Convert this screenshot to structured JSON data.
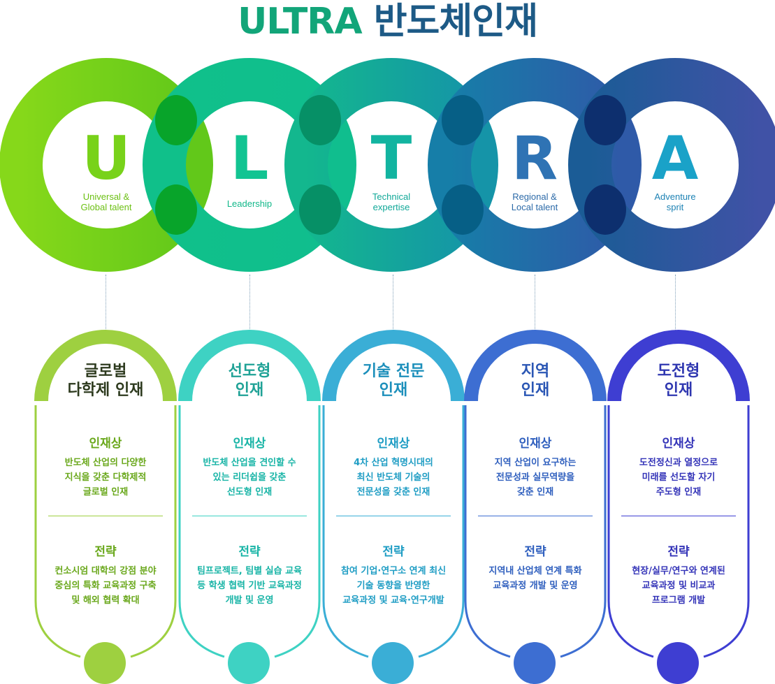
{
  "title": {
    "part1": "ULTRA",
    "part2": "반도체인재"
  },
  "letters": [
    {
      "letter": "U",
      "caption": "Universal &\nGlobal talent",
      "color": "#78d21a",
      "caption_color": "#6cc014"
    },
    {
      "letter": "L",
      "caption": "Leadership",
      "color": "#12c492",
      "caption_color": "#12b88a"
    },
    {
      "letter": "T",
      "caption": "Technical\nexpertise",
      "color": "#12b4a0",
      "caption_color": "#10a898"
    },
    {
      "letter": "R",
      "caption": "Regional &\nLocal talent",
      "color": "#2f73b4",
      "caption_color": "#2c6aa8"
    },
    {
      "letter": "A",
      "caption": "Adventure\nsprit",
      "color": "#1aa2c8",
      "caption_color": "#1d82b4"
    }
  ],
  "cards": [
    {
      "heading": "글로벌\n다학제 인재",
      "color": "#9ed040",
      "text_color": "#6aa81c",
      "heading_color": "#2d3a1e",
      "profile_label": "인재상",
      "profile": "반도체 산업의 다양한\n지식을 갖춘 다학제적\n글로벌 인재",
      "strategy_label": "전략",
      "strategy": "컨소시엄 대학의 강점 분야\n중심의 특화 교육과정 구축\n및 해외 협력 확대"
    },
    {
      "heading": "선도형\n인재",
      "color": "#3ed2c3",
      "text_color": "#18b4a6",
      "heading_color": "#1fa296",
      "profile_label": "인재상",
      "profile": "반도체 산업을 견인할 수\n있는 리더쉽을 갖춘\n선도형 인재",
      "strategy_label": "전략",
      "strategy": "팀프로젝트, 팀별 실습 교육\n등 학생 협력 기반 교육과정\n개발 및 운영"
    },
    {
      "heading": "기술 전문\n인재",
      "color": "#3aaed6",
      "text_color": "#1f9dc4",
      "heading_color": "#1c8fbb",
      "profile_label": "인재상",
      "profile": "4차 산업 혁명시대의\n최신 반도체 기술의\n전문성을 갖춘 인재",
      "strategy_label": "전략",
      "strategy": "참여 기업·연구소 연계 최신\n기술 동향을 반영한\n교육과정 및 교육·연구개발"
    },
    {
      "heading": "지역\n인재",
      "color": "#3d6ed2",
      "text_color": "#2f5fbe",
      "heading_color": "#2a56b4",
      "profile_label": "인재상",
      "profile": "지역 산업이 요구하는\n전문성과 실무역량을\n갖춘 인재",
      "strategy_label": "전략",
      "strategy": "지역내 산업체 연계 특화\n교육과정 개발 및 운영"
    },
    {
      "heading": "도전형\n인재",
      "color": "#3e3ed2",
      "text_color": "#3434b8",
      "heading_color": "#2f37b0",
      "profile_label": "인재상",
      "profile": "도전정신과 열정으로\n미래를 선도할 자기\n주도형 인재",
      "strategy_label": "전략",
      "strategy": "현장/실무/연구와 연계된\n교육과정 및 비교과\n프로그램 개발"
    }
  ]
}
